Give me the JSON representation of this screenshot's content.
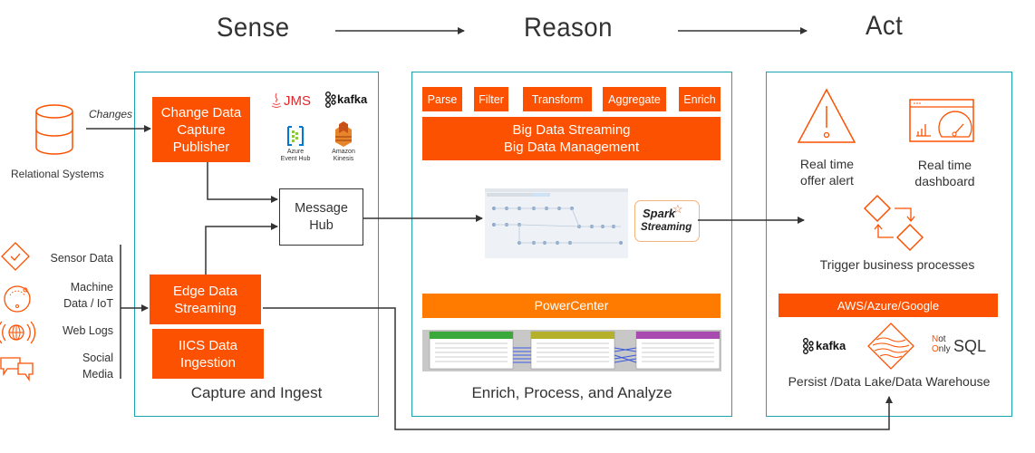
{
  "stages": {
    "sense": "Sense",
    "reason": "Reason",
    "act": "Act"
  },
  "sources": {
    "relational": {
      "label": "Relational Systems",
      "edge_label": "Changes"
    },
    "streams": [
      {
        "label": "Sensor Data",
        "icon": "sensor-icon"
      },
      {
        "label": "Machine Data / IoT",
        "line1": "Machine",
        "line2": "Data / IoT",
        "icon": "gauge-icon"
      },
      {
        "label": "Web Logs",
        "icon": "globe-signal-icon"
      },
      {
        "label": "Social Media",
        "line1": "Social",
        "line2": "Media",
        "icon": "chat-bubbles-icon"
      }
    ]
  },
  "sense_panel": {
    "caption": "Capture and Ingest",
    "cdc": {
      "line1": "Change Data",
      "line2": "Capture",
      "line3": "Publisher"
    },
    "message_hub": {
      "line1": "Message",
      "line2": "Hub"
    },
    "edge": {
      "line1": "Edge Data",
      "line2": "Streaming"
    },
    "iics": {
      "line1": "IICS Data",
      "line2": "Ingestion"
    },
    "logos": {
      "jms": "JMS",
      "kafka": "kafka",
      "azure": {
        "line1": "Azure",
        "line2": "Event Hub"
      },
      "kinesis": {
        "line1": "Amazon",
        "line2": "Kinesis"
      }
    }
  },
  "reason_panel": {
    "caption": "Enrich, Process, and Analyze",
    "steps": [
      "Parse",
      "Filter",
      "Transform",
      "Aggregate",
      "Enrich"
    ],
    "bds": {
      "line1": "Big Data Streaming",
      "line2": "Big Data Management"
    },
    "spark": {
      "line1": "Spark",
      "line2": "Streaming"
    },
    "powercenter": "PowerCenter"
  },
  "act_panel": {
    "alert": {
      "line1": "Real time",
      "line2": "offer alert"
    },
    "dashboard": {
      "line1": "Real time",
      "line2": "dashboard"
    },
    "trigger": "Trigger business processes",
    "cloud": "AWS/Azure/Google",
    "kafka": "kafka",
    "nosql": {
      "n": "N",
      "ot": "ot",
      "o": "O",
      "nly": "nly",
      "sql": "SQL"
    },
    "persist": "Persist /Data Lake/Data Warehouse"
  },
  "colors": {
    "orange": "#fc5100",
    "powercenter_orange": "#ff7b00",
    "teal": "#1aa3b0",
    "text": "#333333"
  }
}
